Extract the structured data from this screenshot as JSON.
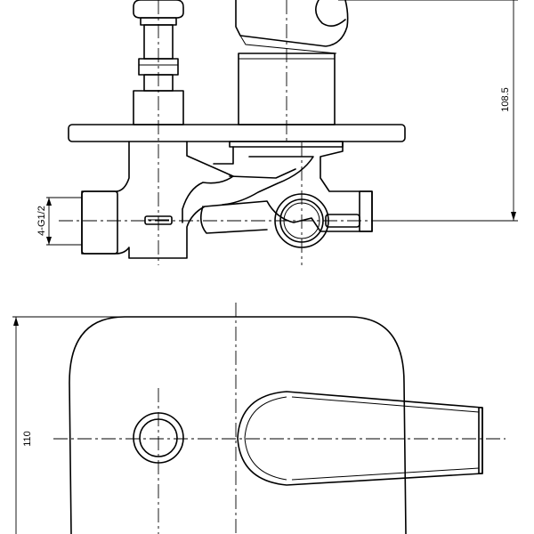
{
  "dimensions": {
    "height_top_view": "108.5",
    "height_front_view": "110",
    "thread_callout": "4-G1/2"
  }
}
